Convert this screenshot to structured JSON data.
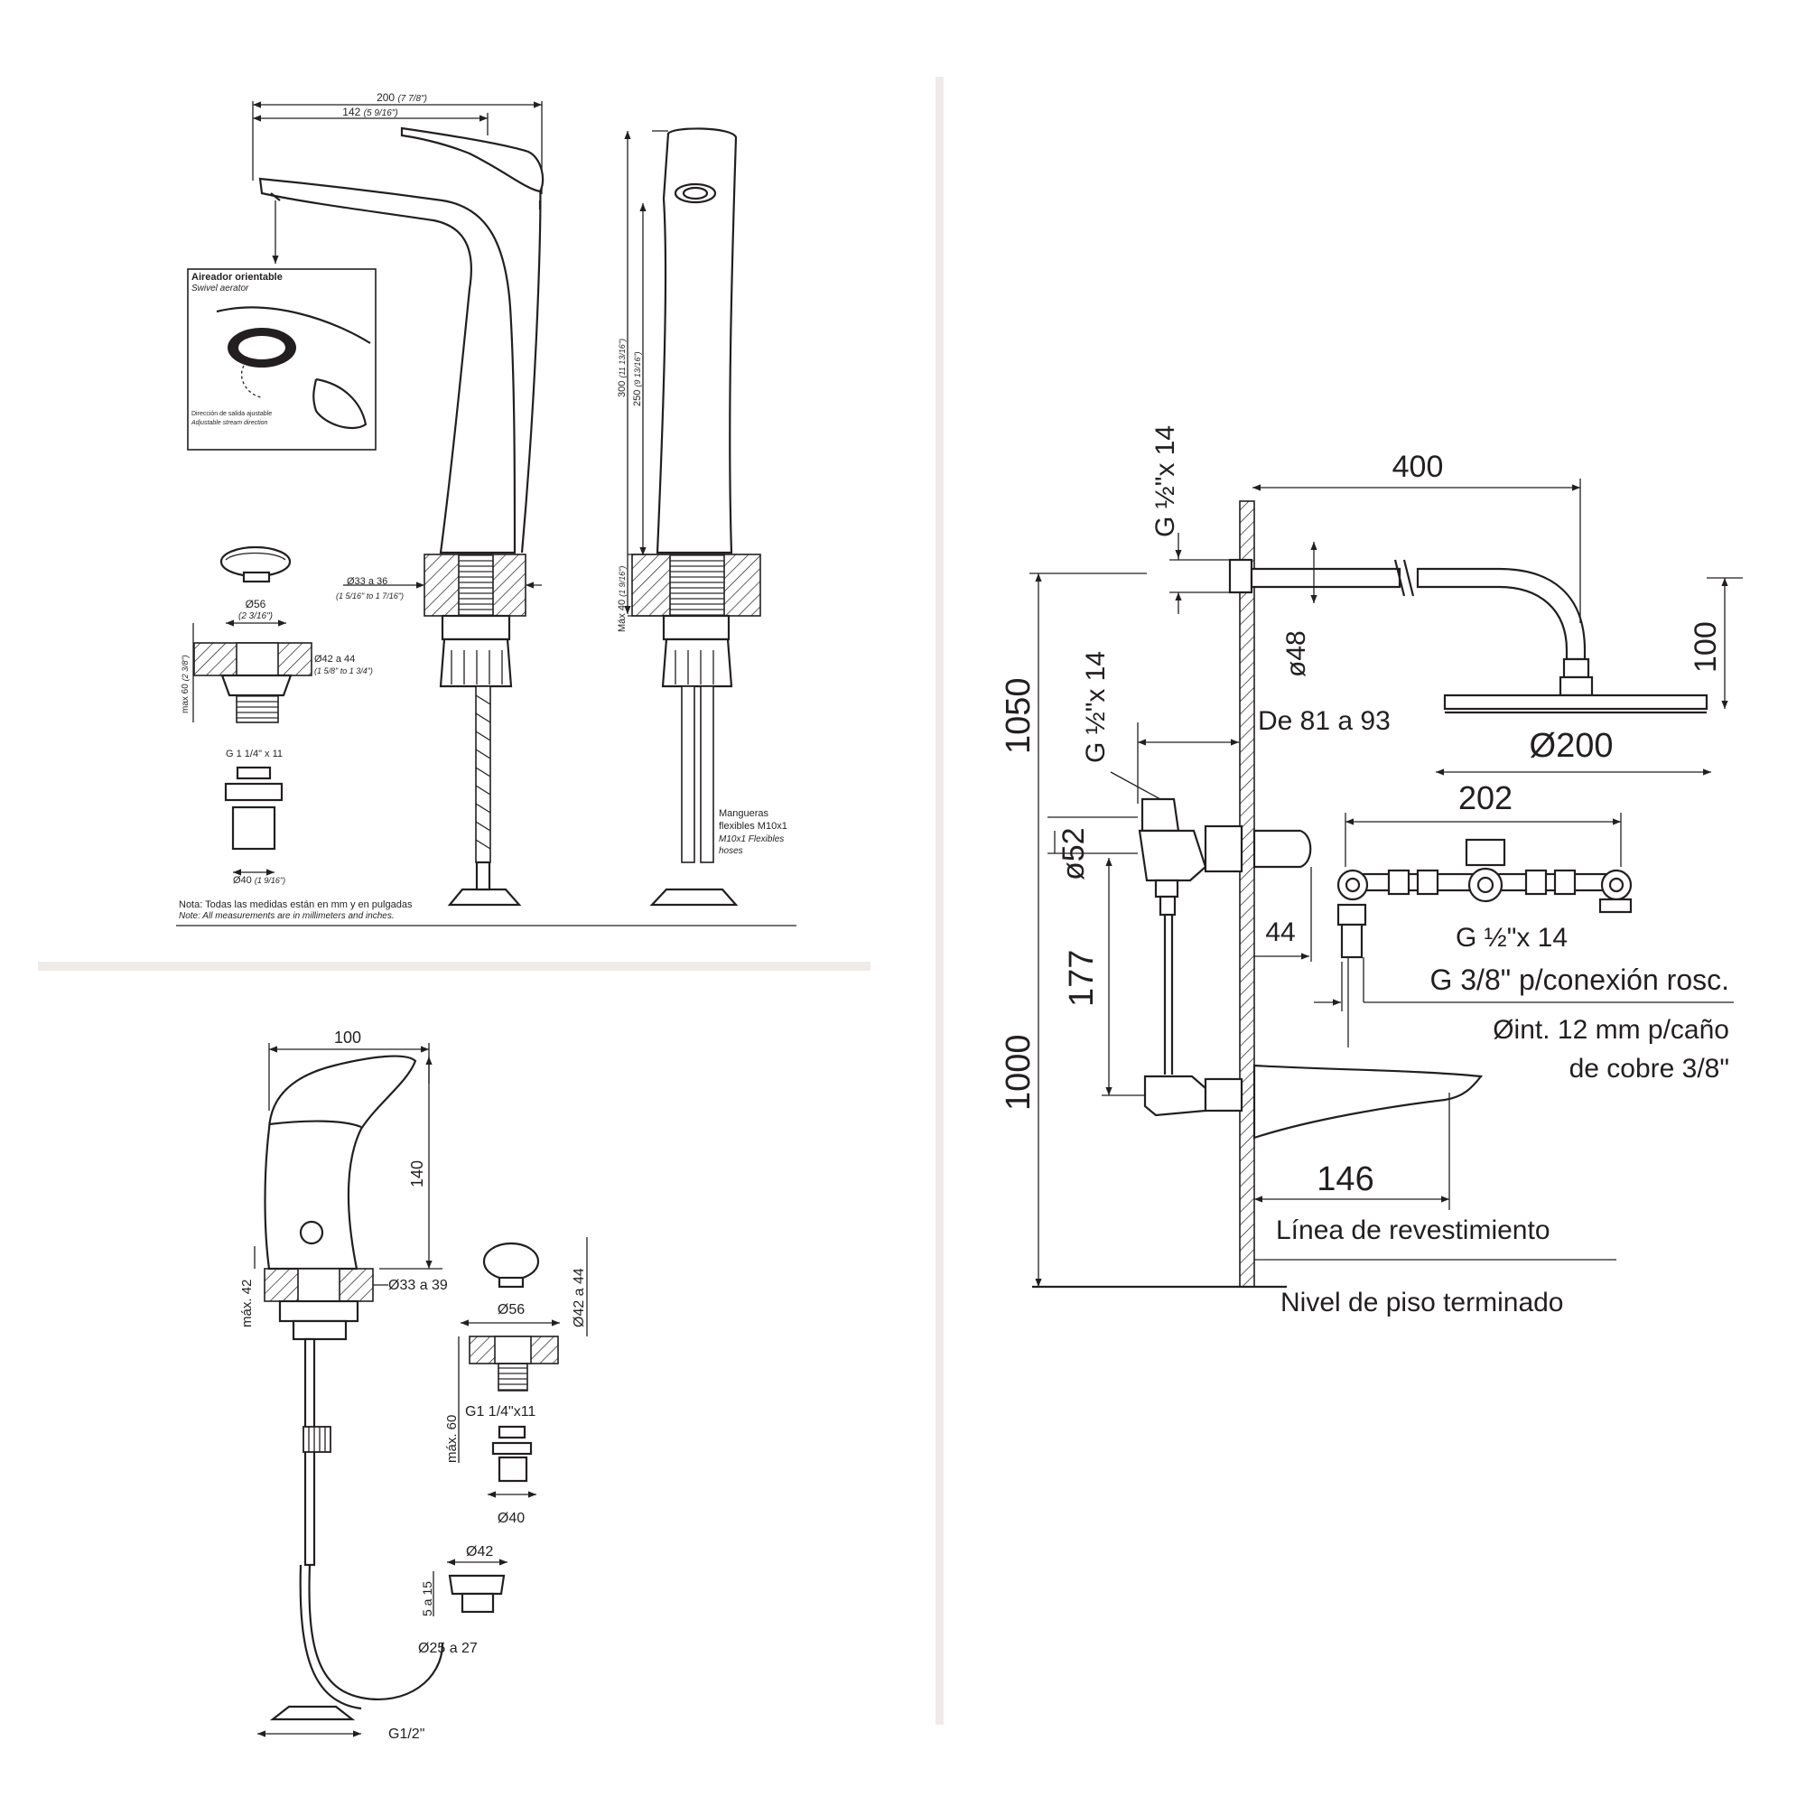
{
  "divider_color": "#f0ebe8",
  "line_color": "#231f20",
  "tall_faucet": {
    "width_total": "200",
    "width_total_in": "(7 7/8\")",
    "spout_reach": "142",
    "spout_reach_in": "(5 9/16\")",
    "aerator_title": "Aireador orientable",
    "aerator_title_en": "Swivel aerator",
    "aerator_note": "Dirección de salida ajustable",
    "aerator_note_en": "Adjustable stream direction",
    "height_total": "300",
    "height_total_in": "(11 13/16\")",
    "height_spout": "250",
    "height_spout_in": "(9 13/16\")",
    "deck_max": "Máx 40",
    "deck_max_in": "(1 9/16\")",
    "hole_diameter": "Ø33 a 36",
    "hole_diameter_in": "(1 5/16\" to 1 7/16\")",
    "drain_cap": "Ø56",
    "drain_cap_in": "(2 3/16\")",
    "drain_hole": "Ø42 a 44",
    "drain_hole_in": "(1 5/8\" to 1 3/4\")",
    "drain_max": "max 60",
    "drain_max_in": "(2 3/8\")",
    "drain_thread": "G 1 1/4\" x 11",
    "drain_outlet": "Ø40",
    "drain_outlet_in": "(1 9/16\")",
    "hoses_es_1": "Mangueras",
    "hoses_es_2": "flexibles M10x1",
    "hoses_en_1": "M10x1 Flexibles",
    "hoses_en_2": "hoses",
    "note_es": "Nota: Todas las medidas están en mm y en pulgadas",
    "note_en": "Note: All measurements are in millimeters and inches."
  },
  "short_faucet": {
    "width": "100",
    "height": "140",
    "deck_max": "máx. 42",
    "hole_diameter": "Ø33 a 39",
    "drain_cap": "Ø56",
    "drain_hole": "Ø42 a 44",
    "drain_max": "máx. 60",
    "drain_thread": "G1 1/4\"x11",
    "drain_outlet": "Ø40",
    "connector_diameter": "Ø42",
    "connector_range": "5 a 15",
    "connector_hole": "Ø25 a 27",
    "hose_thread": "G1/2\""
  },
  "shower": {
    "arm_length": "400",
    "arm_thread": "G ½\"x 14",
    "flange_diameter": "ø48",
    "head_drop": "100",
    "head_diameter": "Ø200",
    "wall_depth": "De 81 a 93",
    "valve_thread": "G ½\"x 14",
    "shower_height": "1050",
    "valve_body": "ø52",
    "valve_spacing": "177",
    "spout_height": "1000",
    "valve_projection": "44",
    "manifold_width": "202",
    "manifold_thread": "G ½\"x 14",
    "conn_thread": "G 3/8\" p/conexión rosc.",
    "pipe_note_1": "Øint. 12 mm p/caño",
    "pipe_note_2": "de cobre 3/8\"",
    "spout_reach": "146",
    "finish_line": "Línea de revestimiento",
    "floor_line": "Nivel de piso terminado"
  }
}
